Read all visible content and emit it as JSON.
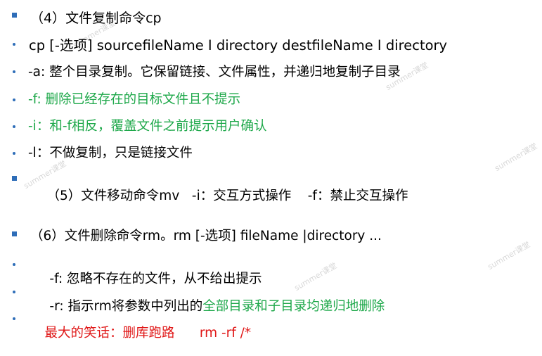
{
  "lines": [
    {
      "bullet": "square",
      "segments": [
        {
          "text": "（4）文件复制命令cp",
          "color": "black"
        }
      ]
    },
    {
      "bullet": "dot",
      "segments": [
        {
          "text": "cp [-选项] sourcefileName I directory destfileName I directory",
          "color": "black"
        }
      ]
    },
    {
      "bullet": "dot",
      "segments": [
        {
          "text": "-a: 整个目录复制。它保留链接、文件属性，并递归地复制子目录",
          "color": "black"
        }
      ]
    },
    {
      "bullet": "dot",
      "segments": [
        {
          "text": "-f: 删除已经存在的目标文件且不提示",
          "color": "green"
        }
      ]
    },
    {
      "bullet": "dot",
      "segments": [
        {
          "text": "-i：和-f相反，覆盖文件之前提示用户确认",
          "color": "green"
        }
      ]
    },
    {
      "bullet": "dot",
      "segments": [
        {
          "text": "-l：不做复制，只是链接文件",
          "color": "black"
        }
      ]
    },
    {
      "bullet": "square",
      "segments": [
        {
          "text": "（5）文件移动命令mv   -i：交互方式操作    -f：禁止交互操作",
          "color": "black"
        }
      ]
    },
    {
      "bullet": "square",
      "segments": [
        {
          "text": "（6）文件删除命令rm。rm [-选项] fileName |directory ...",
          "color": "black"
        }
      ]
    },
    {
      "bullet": "dot",
      "segments": [
        {
          "text": " -f: 忽略不存在的文件，从不给出提示",
          "color": "black"
        }
      ]
    },
    {
      "bullet": "dot",
      "segments": [
        {
          "text": " -r: 指示rm将参数中列出的",
          "color": "black"
        },
        {
          "text": "全部目录和子目录均递归地删除",
          "color": "green"
        }
      ]
    },
    {
      "bullet": "dot",
      "segments": [
        {
          "text": "最大的笑话：删库跑路      rm -rf /*",
          "color": "red"
        }
      ]
    }
  ],
  "watermark": "summer课堂",
  "colors": {
    "bullet": "#2e6db8",
    "green": "#1ea84a",
    "red": "#e01818",
    "watermark": "#d8d8d8"
  }
}
